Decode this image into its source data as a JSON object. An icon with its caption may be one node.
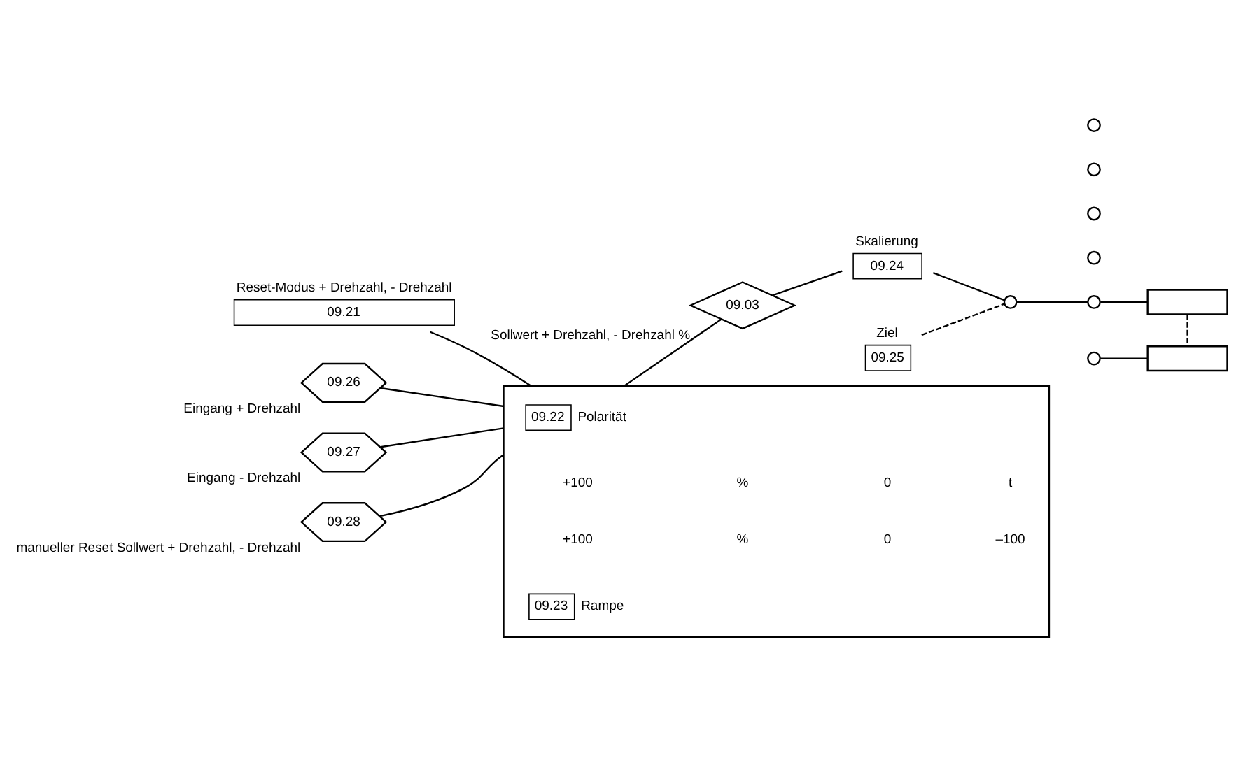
{
  "diagram": {
    "nodes": [
      {
        "text": [],
        "shape": "box"
      },
      {
        "text": [
          "09.21"
        ],
        "beside": [
          "Reset-Modus + Drehzahl, - Drehzahl"
        ]
      },
      {
        "text": [
          "09.26"
        ],
        "beside": [
          "Eingang + Drehzahl"
        ]
      },
      {
        "text": [
          "09.27"
        ],
        "beside": [
          "Eingang - Drehzahl"
        ]
      },
      {
        "text": [
          "09.22"
        ],
        "in": 0,
        "beside": [
          "Polarität"
        ]
      },
      {
        "text": [
          "09.23"
        ],
        "in": 0,
        "beside": [
          "Rampe"
        ]
      },
      {
        "text": [
          "09.28"
        ],
        "beside": [
          "manueller Reset Sollwert + Drehzahl, - Drehzahl"
        ]
      },
      {
        "text": [
          "09.03"
        ],
        "beside": [
          "Sollwert + Drehzahl, - Drehzahl %"
        ]
      },
      {
        "text": [
          "09.24"
        ],
        "beside": [
          "Skalierung"
        ]
      },
      {
        "text": [
          "09.25"
        ],
        "beside": [
          "Ziel"
        ]
      },
      {
        "text": [],
        "shape": "circle"
      },
      {
        "text": [],
        "shape": "circle"
      },
      {
        "text": [],
        "shape": "circle"
      },
      {
        "text": [],
        "shape": "circle"
      },
      {
        "text": [],
        "shape": "circle"
      },
      {
        "text": [],
        "shape": "circle"
      },
      {
        "text": [],
        "shape": "circle"
      },
      {
        "text": [],
        "shape": "box"
      },
      {
        "text": [],
        "shape": "box"
      }
    ],
    "edges": [
      {
        "from": 1,
        "to": 0,
        "arrow": "none"
      },
      {
        "from": 2,
        "to": 0,
        "arrow": "none"
      },
      {
        "from": 3,
        "to": 0,
        "arrow": "none"
      },
      {
        "from": 6,
        "to": 0,
        "arrow": "none"
      },
      {
        "from": 0,
        "to": 7,
        "arrow": "none"
      },
      {
        "from": 7,
        "to": 8,
        "arrow": "none"
      },
      {
        "from": 8,
        "to": 10,
        "arrow": "none"
      },
      {
        "from": 10,
        "to": 11,
        "arrow": "none"
      },
      {
        "from": 9,
        "to": 10,
        "arrow": "none",
        "style": "dashed"
      },
      {
        "from": 11,
        "to": 17,
        "arrow": "none"
      },
      {
        "from": 16,
        "to": 18,
        "arrow": "none"
      },
      {
        "from": 17,
        "to": 18,
        "arrow": "none",
        "style": "dashed"
      }
    ],
    "labels": [
      "+100",
      "%",
      "0",
      "t",
      "+100",
      "%",
      "0",
      "–100"
    ]
  }
}
